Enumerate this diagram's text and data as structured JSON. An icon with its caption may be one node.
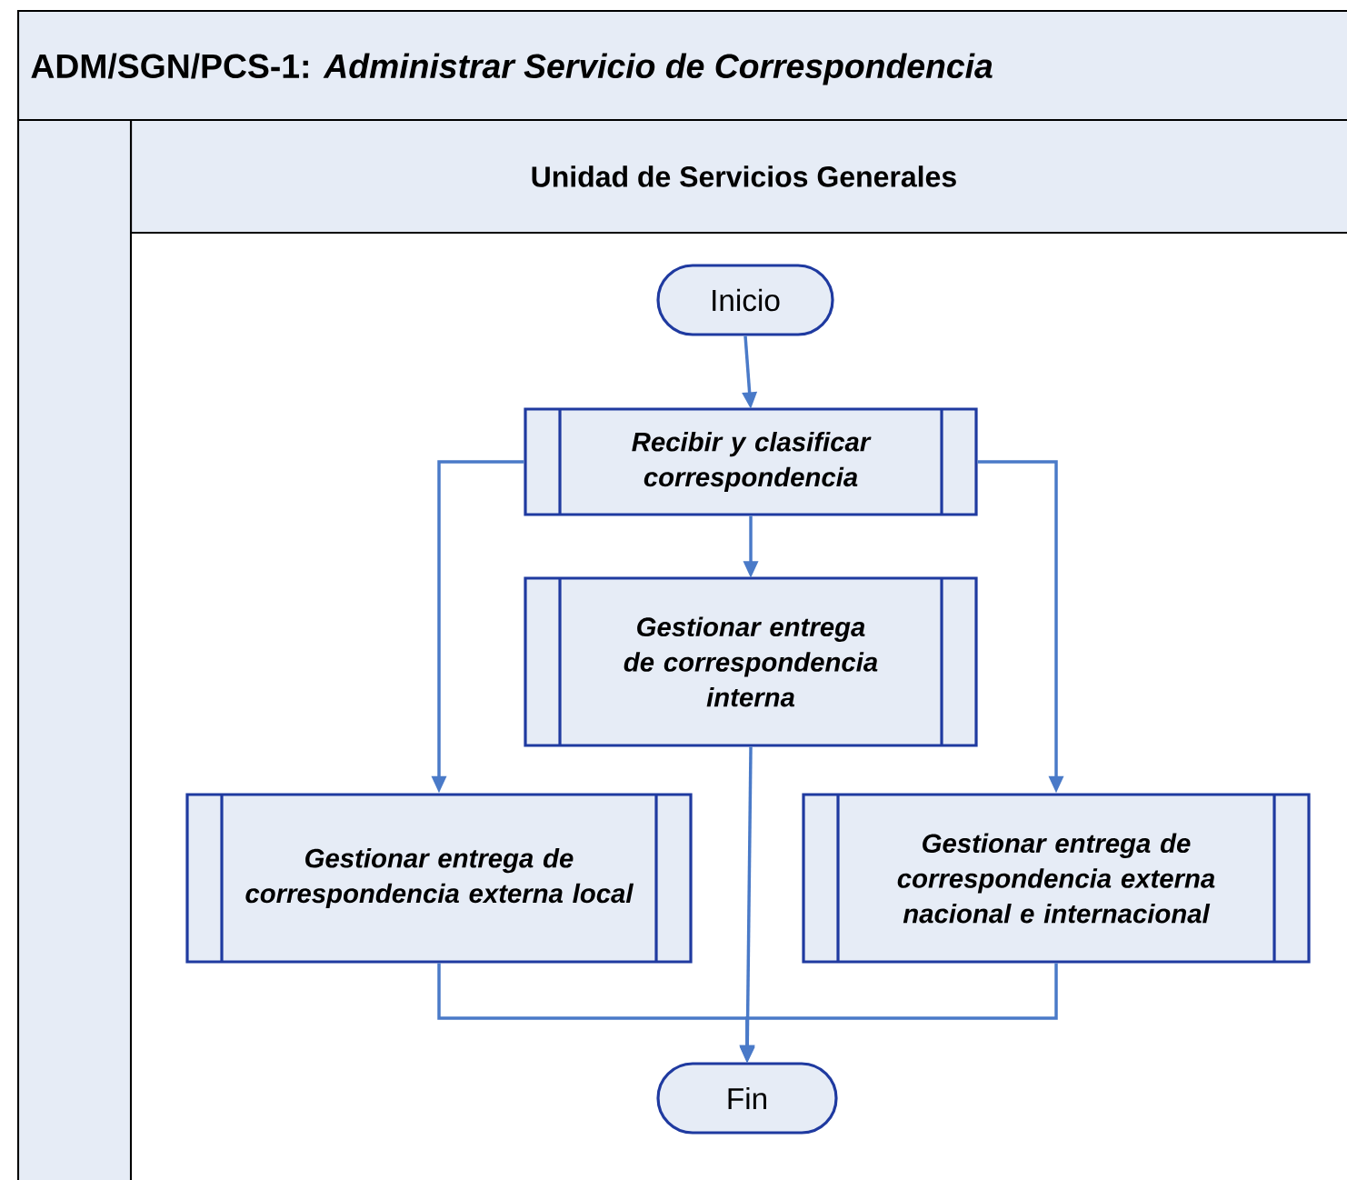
{
  "diagram": {
    "title": "ADM/SGN/PCS-1: *Administrar Servicio de Correspondencia*",
    "nodes": [
      {
        "text": [
          "Unidad de Servicios Generales"
        ]
      },
      {
        "text": [
          "Inicio"
        ]
      },
      {
        "text": [
          "Recibir y clasificar correspondencia"
        ]
      },
      {
        "text": [
          "Gestionar entrega de correspondencia interna"
        ]
      },
      {
        "text": [
          "Gestionar entrega de correspondencia externa local"
        ]
      },
      {
        "text": [
          "Gestionar entrega de correspondencia externa nacional e internacional"
        ]
      },
      {
        "text": [
          "Fin"
        ]
      }
    ],
    "edges": [
      {
        "from": 1,
        "to": 2,
        "arrow": "to"
      },
      {
        "from": 2,
        "to": 3,
        "arrow": "to"
      },
      {
        "from": 2,
        "to": 4,
        "arrow": "to"
      },
      {
        "from": 2,
        "to": 5,
        "arrow": "to"
      },
      {
        "from": 3,
        "to": 6,
        "arrow": "to"
      },
      {
        "from": 4,
        "to": 6,
        "arrow": "to"
      },
      {
        "from": 5,
        "to": 6,
        "arrow": "to"
      }
    ]
  }
}
